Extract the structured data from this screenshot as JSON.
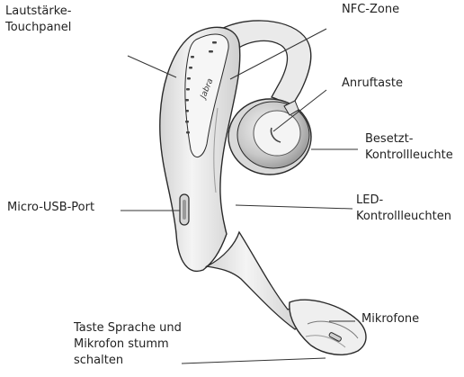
{
  "labels": {
    "volume_touchpanel": [
      "Lautstärke-",
      "Touchpanel"
    ],
    "nfc_zone": [
      "NFC-Zone"
    ],
    "call_button": [
      "Anruftaste"
    ],
    "busy_indicator": [
      "Besetzt-",
      "Kontrollleuchte"
    ],
    "micro_usb_port": [
      "Micro-USB-Port"
    ],
    "led_indicators": [
      "LED-",
      "Kontrollleuchten"
    ],
    "microphones": [
      "Mikrofone"
    ],
    "voice_mute_button": [
      "Taste Sprache und",
      "Mikrofon stumm",
      "schalten"
    ]
  },
  "device": {
    "brand": "Jabra",
    "colors": {
      "stroke": "#2a2a2a",
      "body": "#efefef",
      "shade": "#bdbdbd",
      "dark": "#777777"
    }
  }
}
